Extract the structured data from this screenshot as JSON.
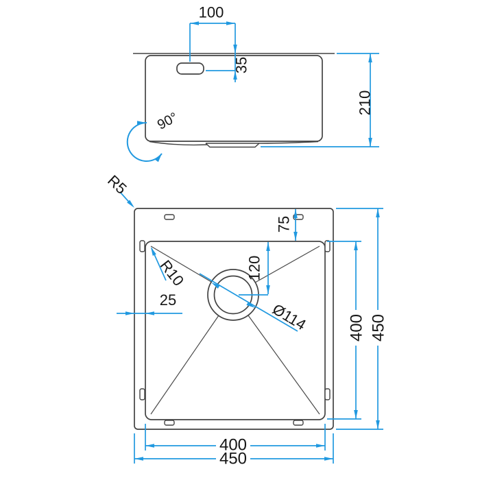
{
  "drawing": {
    "title": "sink technical dimension drawing",
    "background": "#ffffff",
    "outline_color": "#424242",
    "dimension_color": "#2199e0",
    "label_color": "#161616",
    "side_view": {
      "name": "sink side elevation",
      "labels": {
        "tap_offset": "100",
        "tap_drop": "35",
        "depth": "210",
        "corner_angle": "90°"
      }
    },
    "plan_view": {
      "name": "sink plan view",
      "labels": {
        "outer_corner_radius": "R5",
        "top_ledge": "75",
        "drain_center_offset": "120",
        "bowl_corner_radius": "R10",
        "side_ledge": "25",
        "drain_diameter": "Ø114",
        "bowl_depth": "400",
        "overall_depth": "450",
        "bowl_width": "400",
        "overall_width": "450"
      }
    }
  }
}
